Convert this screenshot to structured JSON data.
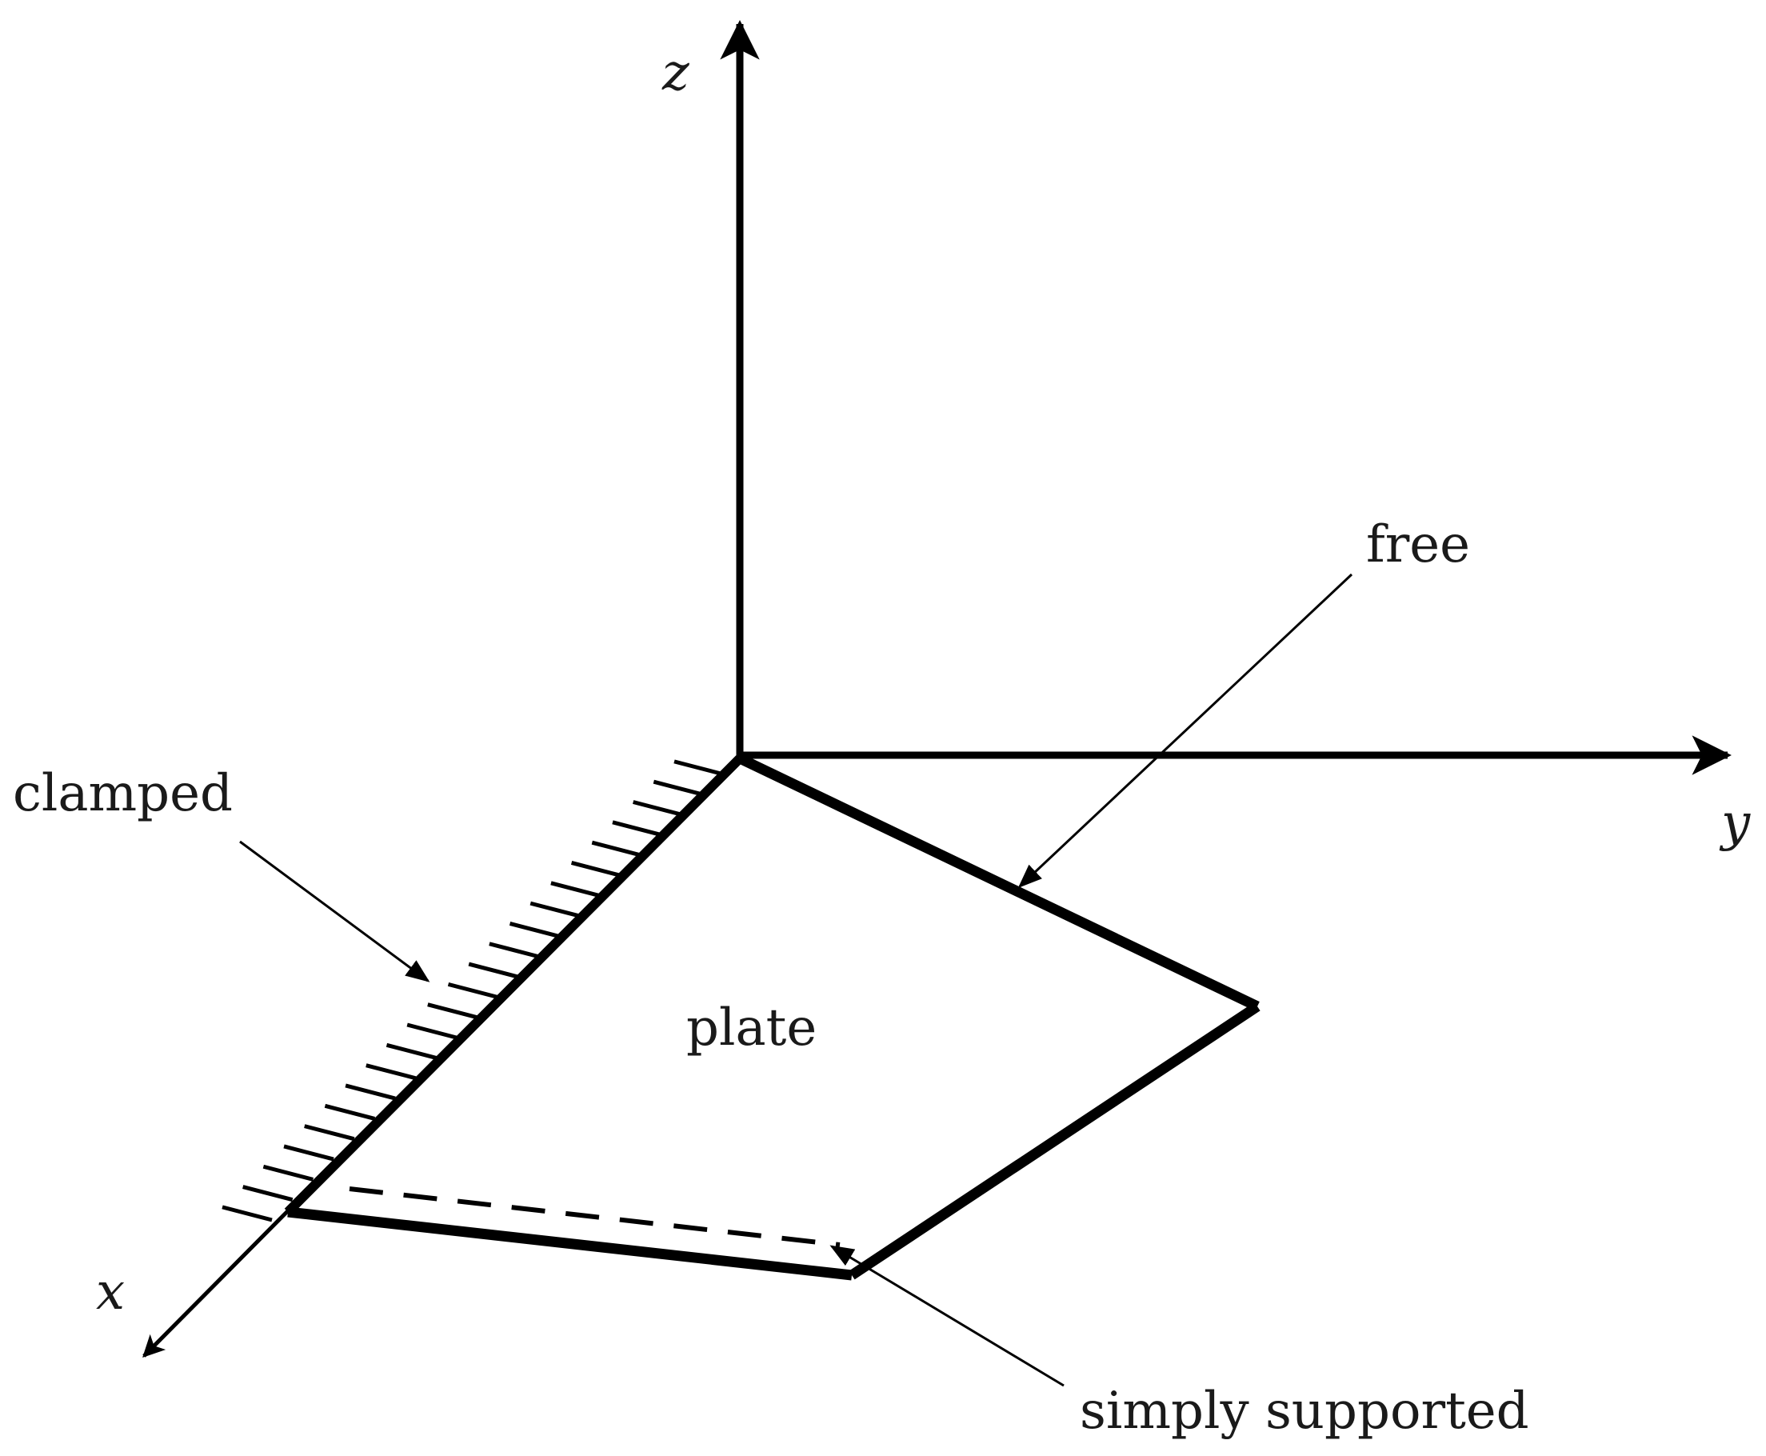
{
  "axes": {
    "x_label": "x",
    "y_label": "y",
    "z_label": "z"
  },
  "labels": {
    "plate": "plate",
    "clamped": "clamped",
    "free": "free",
    "simply_supported": "simply supported"
  },
  "colors": {
    "ink": "#000000",
    "text": "#1a1a1a",
    "background": "#ffffff"
  }
}
